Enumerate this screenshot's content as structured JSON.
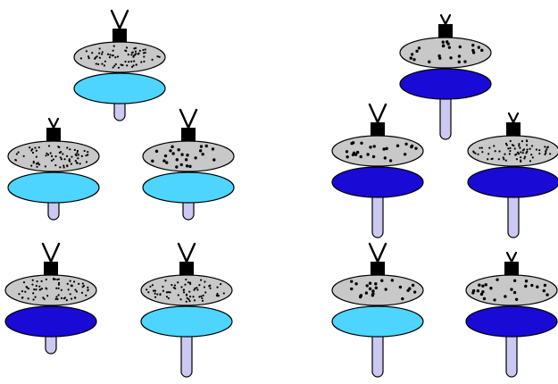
{
  "colors": {
    "background": "#ffffff",
    "top_disk_gray": "#c8c8c8",
    "light_blue": "#4dd5ff",
    "dark_blue": "#1a0ad6",
    "stem_lavender": "#cbc9f2",
    "outline": "#000000",
    "dot": "#000000"
  },
  "groups": [
    {
      "name": "left-group",
      "units": [
        {
          "top_dots": "fine-dense",
          "bottom_disk": "light-blue",
          "antenna": "large",
          "stem": "short"
        },
        {
          "top_dots": "fine-dense",
          "bottom_disk": "light-blue",
          "antenna": "small",
          "stem": "short"
        },
        {
          "top_dots": "coarse-sparse",
          "bottom_disk": "light-blue",
          "antenna": "large",
          "stem": "short"
        },
        {
          "top_dots": "fine-dense",
          "bottom_disk": "dark-blue",
          "antenna": "large",
          "stem": "short"
        },
        {
          "top_dots": "fine-dense",
          "bottom_disk": "light-blue",
          "antenna": "large",
          "stem": "long"
        }
      ]
    },
    {
      "name": "right-group",
      "units": [
        {
          "top_dots": "coarse-sparse",
          "bottom_disk": "dark-blue",
          "antenna": "small",
          "stem": "long"
        },
        {
          "top_dots": "coarse-sparse",
          "bottom_disk": "dark-blue",
          "antenna": "large",
          "stem": "long"
        },
        {
          "top_dots": "fine-dense",
          "bottom_disk": "dark-blue",
          "antenna": "small",
          "stem": "long"
        },
        {
          "top_dots": "coarse-sparse",
          "bottom_disk": "light-blue",
          "antenna": "large",
          "stem": "long"
        },
        {
          "top_dots": "coarse-sparse",
          "bottom_disk": "dark-blue",
          "antenna": "small",
          "stem": "long"
        }
      ]
    }
  ]
}
